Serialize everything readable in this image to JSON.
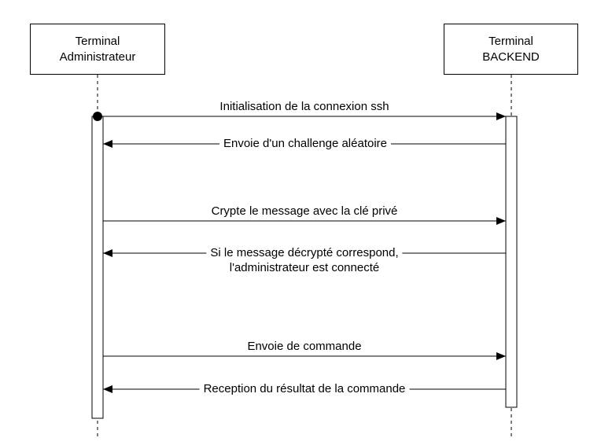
{
  "colors": {
    "background": "#ffffff",
    "line": "#000000"
  },
  "diagram": {
    "type": "sequence",
    "actors": [
      {
        "id": "administrateur",
        "line1": "Terminal",
        "line2": "Administrateur"
      },
      {
        "id": "backend",
        "line1": "Terminal",
        "line2": "BACKEND"
      }
    ],
    "messages": [
      {
        "label": "Initialisation de la connexion ssh",
        "from": "administrateur",
        "to": "backend",
        "label_position": "above"
      },
      {
        "label": "Envoie d'un challenge aléatoire",
        "from": "backend",
        "to": "administrateur",
        "label_position": "on-line"
      },
      {
        "label": "Crypte le message avec la clé privé",
        "from": "administrateur",
        "to": "backend",
        "label_position": "above"
      },
      {
        "label": "Si le message décrypté correspond,",
        "label_line2": "l'administrateur est connecté",
        "from": "backend",
        "to": "administrateur",
        "label_position": "on-line"
      },
      {
        "label": "Envoie de commande",
        "from": "administrateur",
        "to": "backend",
        "label_position": "above"
      },
      {
        "label": "Reception du résultat de la commande",
        "from": "backend",
        "to": "administrateur",
        "label_position": "on-line"
      }
    ]
  }
}
